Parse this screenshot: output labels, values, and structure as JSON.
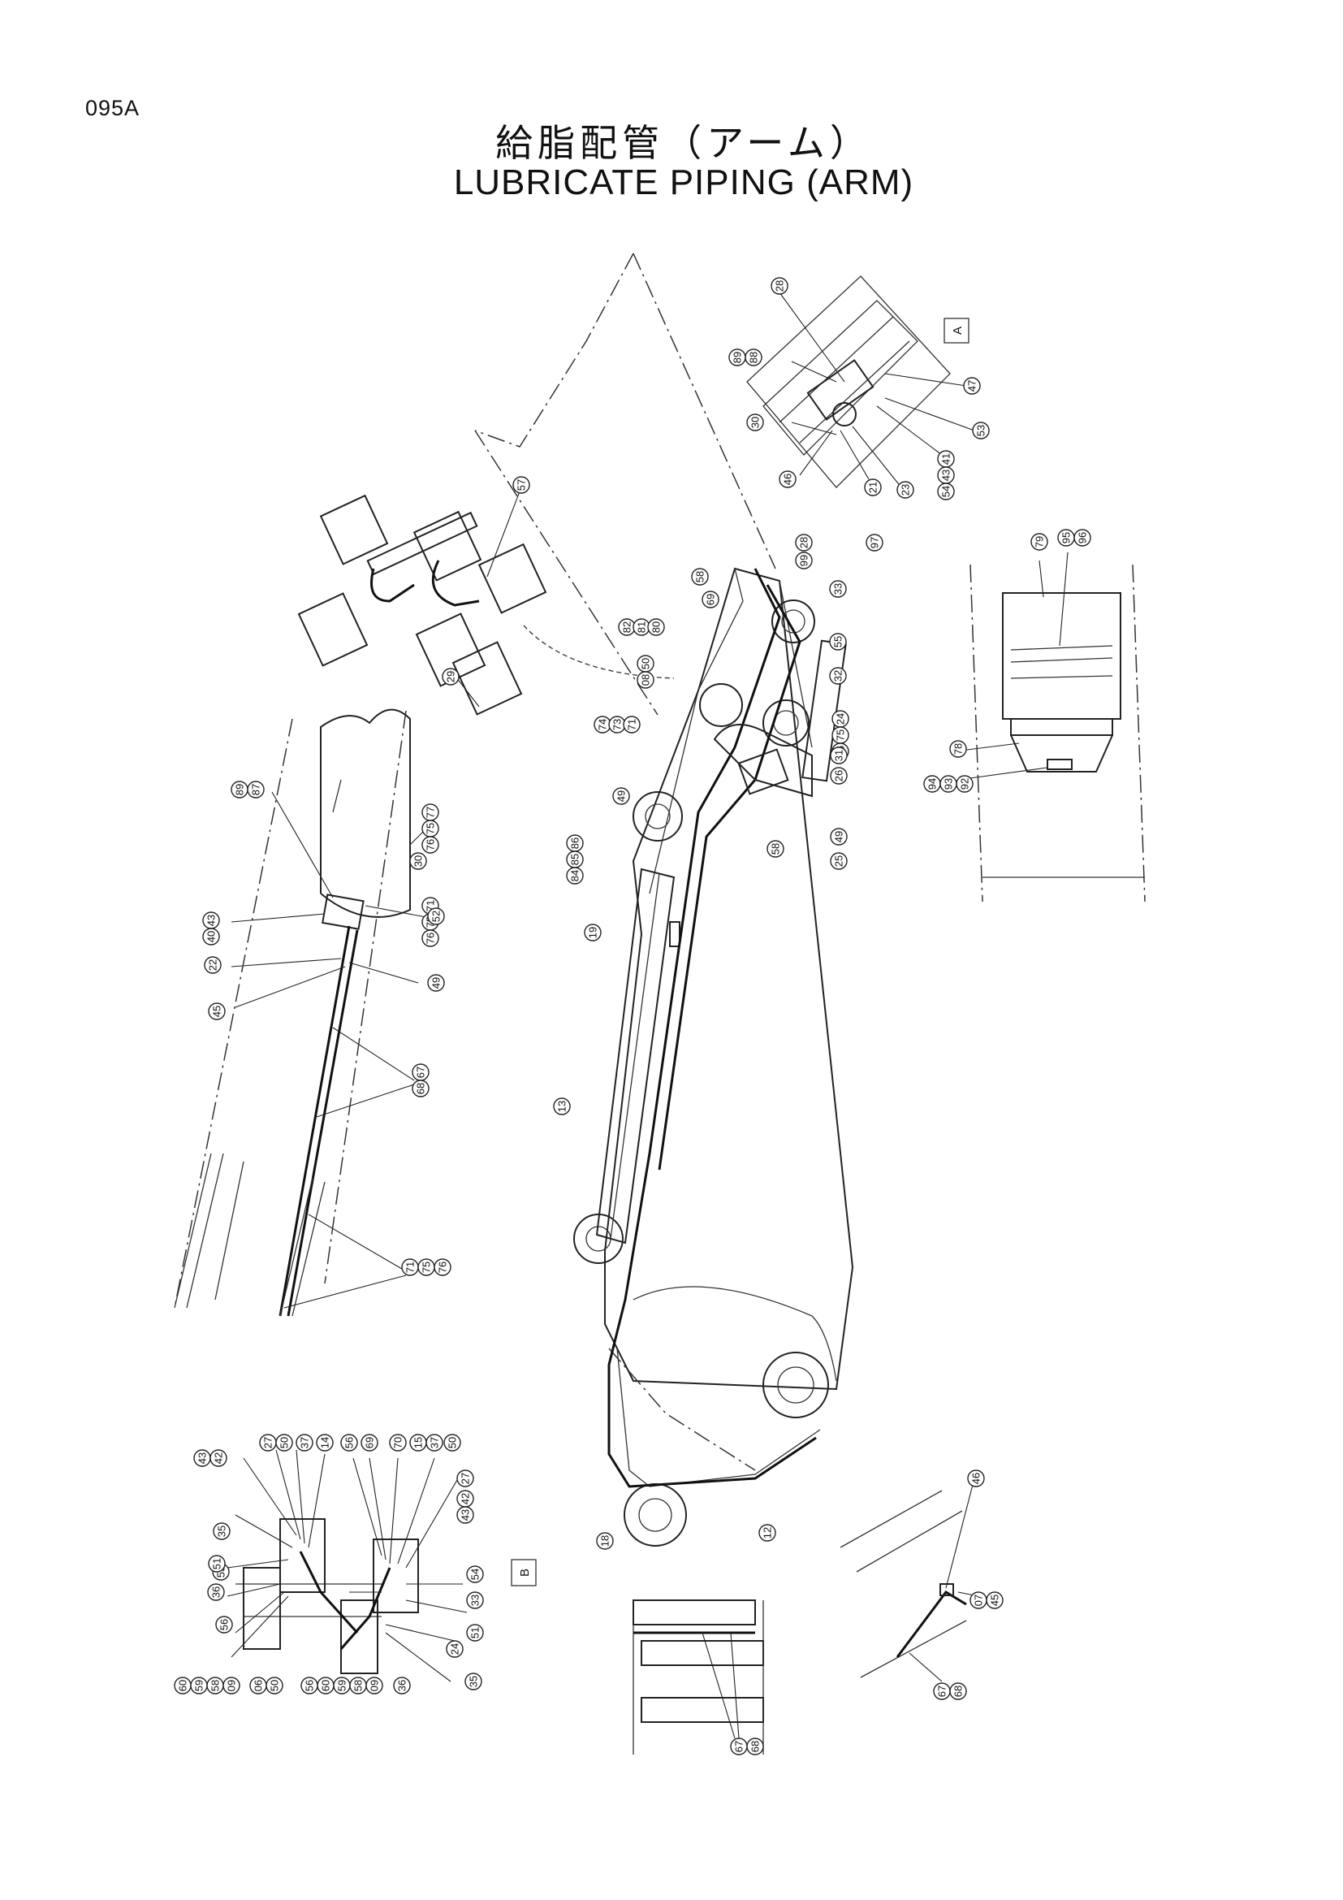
{
  "page_code": "095A",
  "title_ja": "給脂配管（アーム）",
  "title_en": "LUBRICATE PIPING (ARM)",
  "view_labels": {
    "view_a": "A",
    "view_b": "B"
  },
  "callouts": {
    "view_a": [
      "28",
      "89",
      "88",
      "30",
      "46",
      "21",
      "23",
      "41",
      "43",
      "54",
      "53",
      "47"
    ],
    "top_left_detail": [
      "57",
      "29"
    ],
    "center_top": [
      "28",
      "99",
      "58",
      "69",
      "82",
      "81",
      "80",
      "50",
      "08",
      "97",
      "33",
      "55",
      "32",
      "24",
      "75",
      "76",
      "31",
      "26",
      "49",
      "25",
      "58",
      "74",
      "73",
      "71",
      "49",
      "86",
      "85",
      "84",
      "19"
    ],
    "right_detail": [
      "79",
      "95",
      "96",
      "78",
      "94",
      "93",
      "92"
    ],
    "left_detail": [
      "89",
      "87",
      "77",
      "75",
      "76",
      "30",
      "71",
      "75",
      "76",
      "43",
      "40",
      "52",
      "22",
      "45",
      "49",
      "67",
      "68",
      "71",
      "75",
      "76"
    ],
    "main_arm": [
      "13",
      "18",
      "12"
    ],
    "view_b": [
      "43",
      "42",
      "27",
      "50",
      "37",
      "14",
      "56",
      "69",
      "70",
      "15",
      "37",
      "50",
      "27",
      "42",
      "43",
      "53",
      "35",
      "51",
      "36",
      "56",
      "60",
      "59",
      "58",
      "09",
      "06",
      "50",
      "54",
      "56",
      "60",
      "59",
      "58",
      "09",
      "36",
      "33",
      "51",
      "24",
      "35"
    ],
    "bottom_right_detail": [
      "46",
      "07",
      "45",
      "67",
      "68"
    ],
    "bottom_center_detail": [
      "67",
      "68"
    ]
  }
}
